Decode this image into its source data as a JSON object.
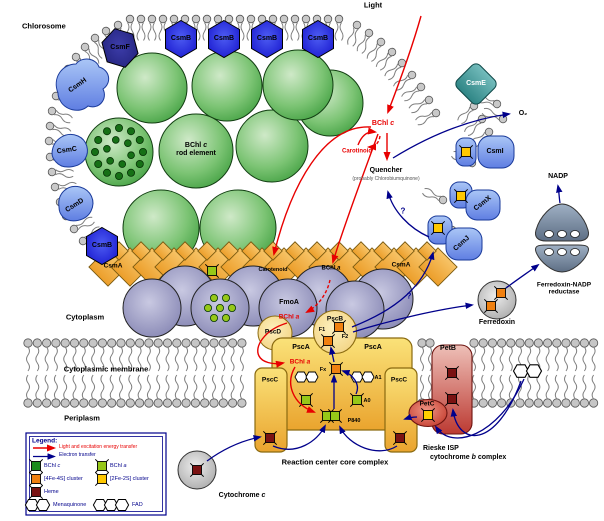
{
  "regions": {
    "chlorosome": "Chlorosome",
    "cytoplasm": "Cytoplasm",
    "cytoplasmic_membrane": "Cytoplasmic membrane",
    "periplasm": "Periplasm"
  },
  "t": {
    "bchl": "BChl ",
    "c": "c",
    "a": "a"
  },
  "chlorosome": {
    "csmB": "CsmB",
    "csmF": "CsmF",
    "csmH": "CsmH",
    "csmC": "CsmC",
    "csmD": "CsmD",
    "csmE": "CsmE",
    "rod_line2": "rod element"
  },
  "baseplate": {
    "csmA": "CsmA",
    "carotenoid": "Carotenoid",
    "fmoA": "FmoA"
  },
  "quenching": {
    "light": "Light",
    "carotinoid": "Carotinoid",
    "quencher": "Quencher",
    "quencher_sub": "(probably Chlorobiumquinone)",
    "o2": "O₂",
    "question": "?"
  },
  "carriers": {
    "csmI": "CsmI",
    "csmX": "CsmX",
    "csmJ": "CsmJ",
    "ferredoxin": "Ferredoxin",
    "fnr_line1": "Ferredoxin-NADP",
    "fnr_line2": "reductase",
    "nadp": "NADP"
  },
  "rc": {
    "pscA": "PscA",
    "pscB": "PscB",
    "pscC": "PscC",
    "pscD": "PscD",
    "f1": "F1",
    "f2": "F2",
    "fx": "Fx",
    "a1": "A1",
    "a0": "A0",
    "p840": "P840",
    "caption": "Reaction center core complex"
  },
  "cytbc": {
    "petB": "PetB",
    "petC": "PetC",
    "rieske": "Rieske ISP",
    "cyt": "cytochrome ",
    "b": "b",
    "complex": " complex"
  },
  "cytc": {
    "prefix": "Cytochrome "
  },
  "legend": {
    "title": "Legend:",
    "light_transfer": "Light and excitation energy transfer",
    "electron_transfer": "Electron transfer",
    "fe4s4": "[4Fe-4S] cluster",
    "fe2s2": "[2Fe-2S] cluster",
    "heme": "Heme",
    "menaquinone": "Menaquinone",
    "fad": "FAD"
  },
  "colors": {
    "energy_arrow": "#e80000",
    "electron_arrow": "#00008b",
    "bchl_c": "#1c8c1c",
    "bchl_a": "#96c818",
    "fe4s4": "#f08010",
    "fe2s2": "#ffc800",
    "heme": "#7a1212"
  }
}
